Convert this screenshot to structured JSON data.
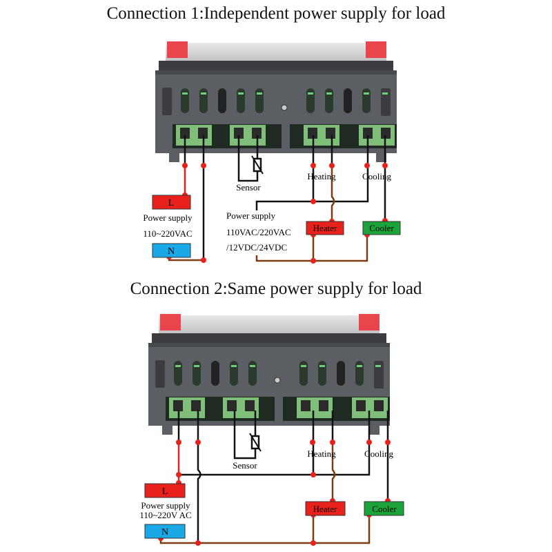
{
  "diagrams": [
    {
      "title": "Connection 1:Independent power supply for load",
      "labels": {
        "sensor": "Sensor",
        "heating": "Heating",
        "cooling": "Cooling",
        "L": "L",
        "N": "N",
        "ps_label": "Power supply",
        "ps_value": "110~220VAC",
        "load_ps_label": "Power supply",
        "load_ps_line1": "110VAC/220VAC",
        "load_ps_line2": "/12VDC/24VDC",
        "heater": "Heater",
        "cooler": "Cooler"
      }
    },
    {
      "title": "Connection 2:Same power supply for load",
      "labels": {
        "sensor": "Sensor",
        "heating": "Heating",
        "cooling": "Cooling",
        "L": "L",
        "N": "N",
        "ps_label": "Power supply",
        "ps_value": "110~220V AC",
        "heater": "Heater",
        "cooler": "Cooler"
      }
    }
  ],
  "colors": {
    "live": "#e8211c",
    "neutral": "#1aa9e6",
    "heater": "#e8211c",
    "cooler": "#1ca33a",
    "load_wire": "#7a3c12",
    "node": "#e8211c",
    "housing": "#55585c",
    "terminal": "#7fbf7a"
  }
}
